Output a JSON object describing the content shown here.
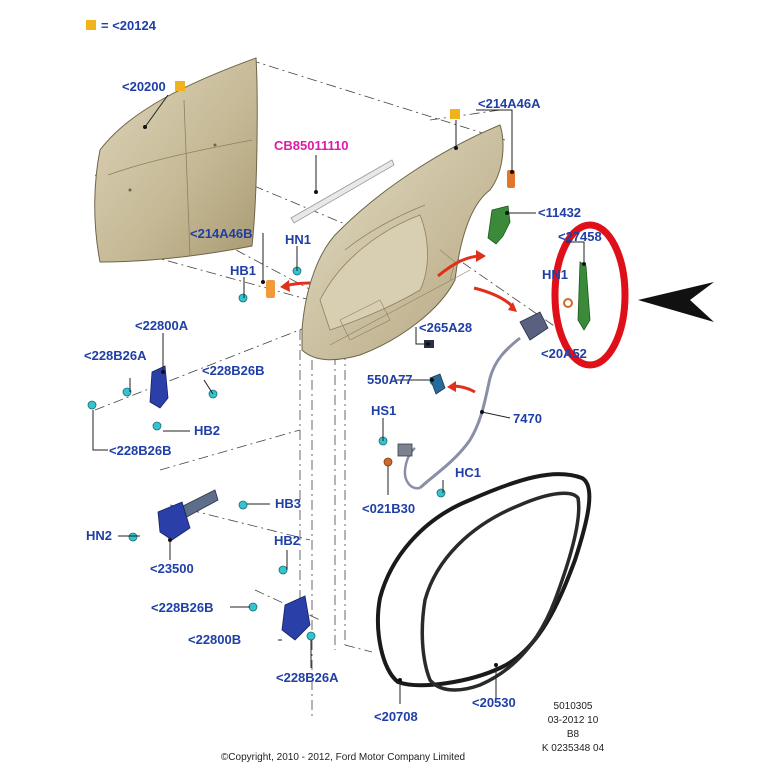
{
  "legend": {
    "text": "= <20124",
    "swatch_color": "#f2b21b"
  },
  "labels": {
    "door_skin": "<20200",
    "weatherstrip": "CB85011110",
    "pad_upper": "<214A46A",
    "pad_lower": "<214A46B",
    "bracket_11432": "<11432",
    "rod_27458": "<27458",
    "hn1_top": "HN1",
    "hb1_left": "HB1",
    "hn1_right": "HN1",
    "clip_20a52": "<20A52",
    "hinge_upper": "<22800A",
    "bolt_228b26a_top": "<228B26A",
    "bolt_228b26b_top": "<228B26B",
    "bolt_228b26b_left": "<228B26B",
    "hb2_upper": "HB2",
    "clip_265a28": "<265A28",
    "handle_550a77": "550A77",
    "cable_7470": "7470",
    "hs1": "HS1",
    "hc1": "HC1",
    "grommet_021b30": "<021B30",
    "hb3": "HB3",
    "hn2": "HN2",
    "check_23500": "<23500",
    "hb2_lower": "HB2",
    "bolt_228b26b_lower": "<228B26B",
    "hinge_lower": "<22800B",
    "bolt_228b26a_lower": "<228B26A",
    "seal_20708": "<20708",
    "seal_20530": "<20530"
  },
  "reference": {
    "line1": "5010305",
    "line2": "03-2012 10",
    "line3": "B8",
    "line4": "K 0235348 04"
  },
  "copyright": "©Copyright, 2010 - 2012, Ford Motor Company Limited",
  "colors": {
    "label": "#1f3fa6",
    "highlight": "#e01aa8",
    "circle": "#e0101a",
    "arrow": "#e0301a",
    "part_fill": "#c8bc9a"
  },
  "icons": {
    "pointer": "black-arrowhead-pointer-icon",
    "legend_square": "orange-square-icon"
  }
}
